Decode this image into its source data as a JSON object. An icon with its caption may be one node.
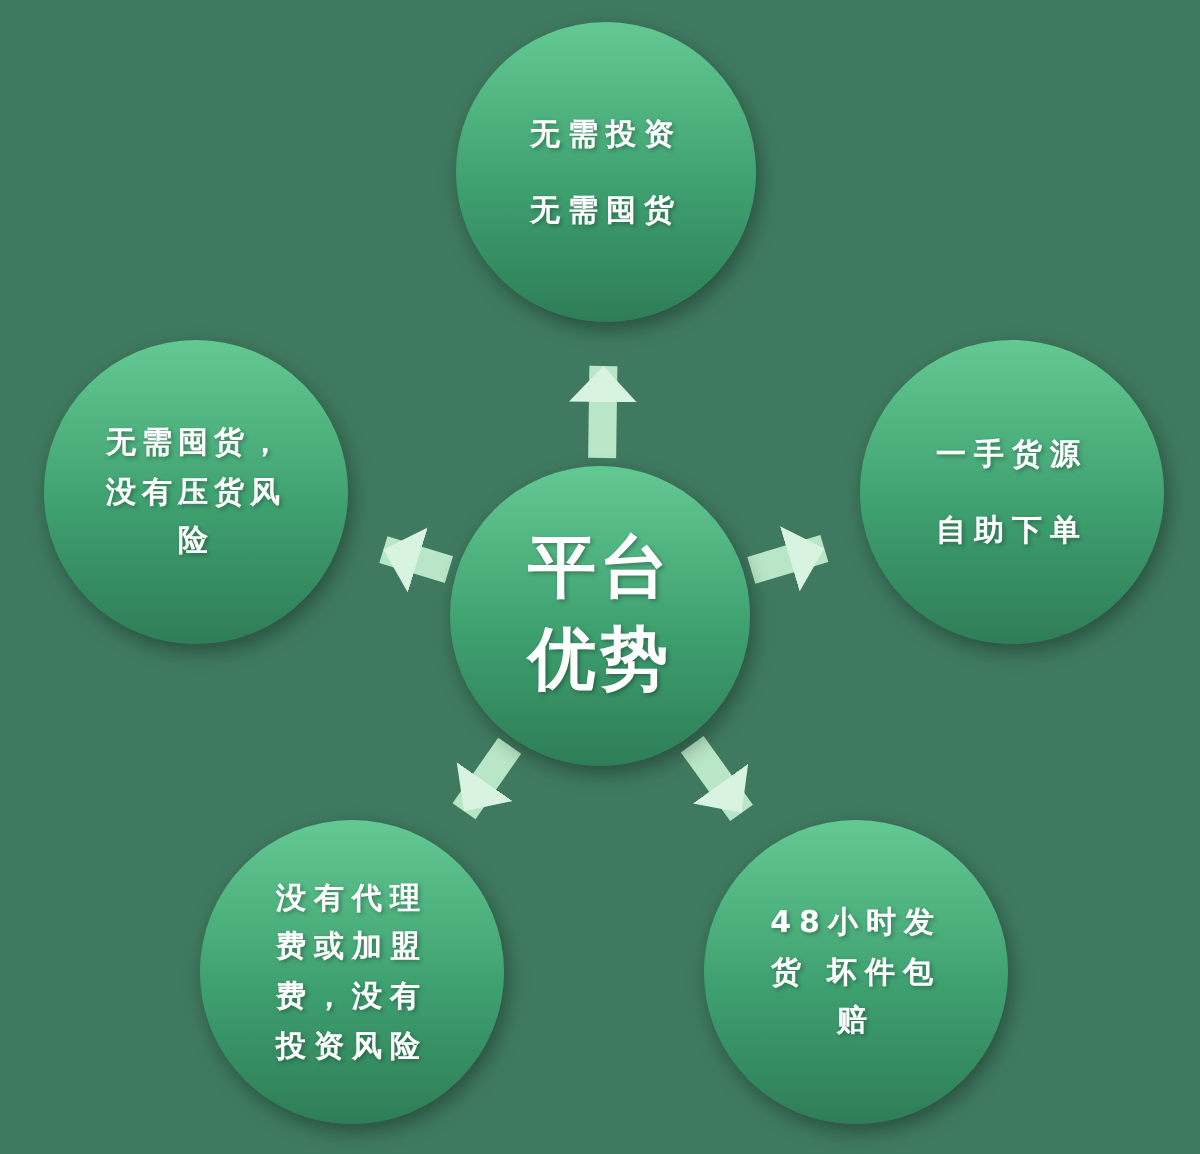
{
  "diagram": {
    "nodes": [
      {
        "text": [
          "平台优势"
        ]
      },
      {
        "text": [
          "无需投资",
          "无需囤货"
        ]
      },
      {
        "text": [
          "无需囤货，没有压货风险"
        ]
      },
      {
        "text": [
          "一手货源",
          "自助下单"
        ]
      },
      {
        "text": [
          "没有代理费或加盟费，没有投资风险"
        ]
      },
      {
        "text": [
          "48小时发货 坏件包赔"
        ]
      }
    ],
    "edges": [
      {
        "from": 0,
        "to": 1,
        "arrow": "to"
      },
      {
        "from": 0,
        "to": 2,
        "arrow": "to"
      },
      {
        "from": 0,
        "to": 3,
        "arrow": "to"
      },
      {
        "from": 0,
        "to": 4,
        "arrow": "to"
      },
      {
        "from": 0,
        "to": 5,
        "arrow": "to"
      }
    ]
  }
}
